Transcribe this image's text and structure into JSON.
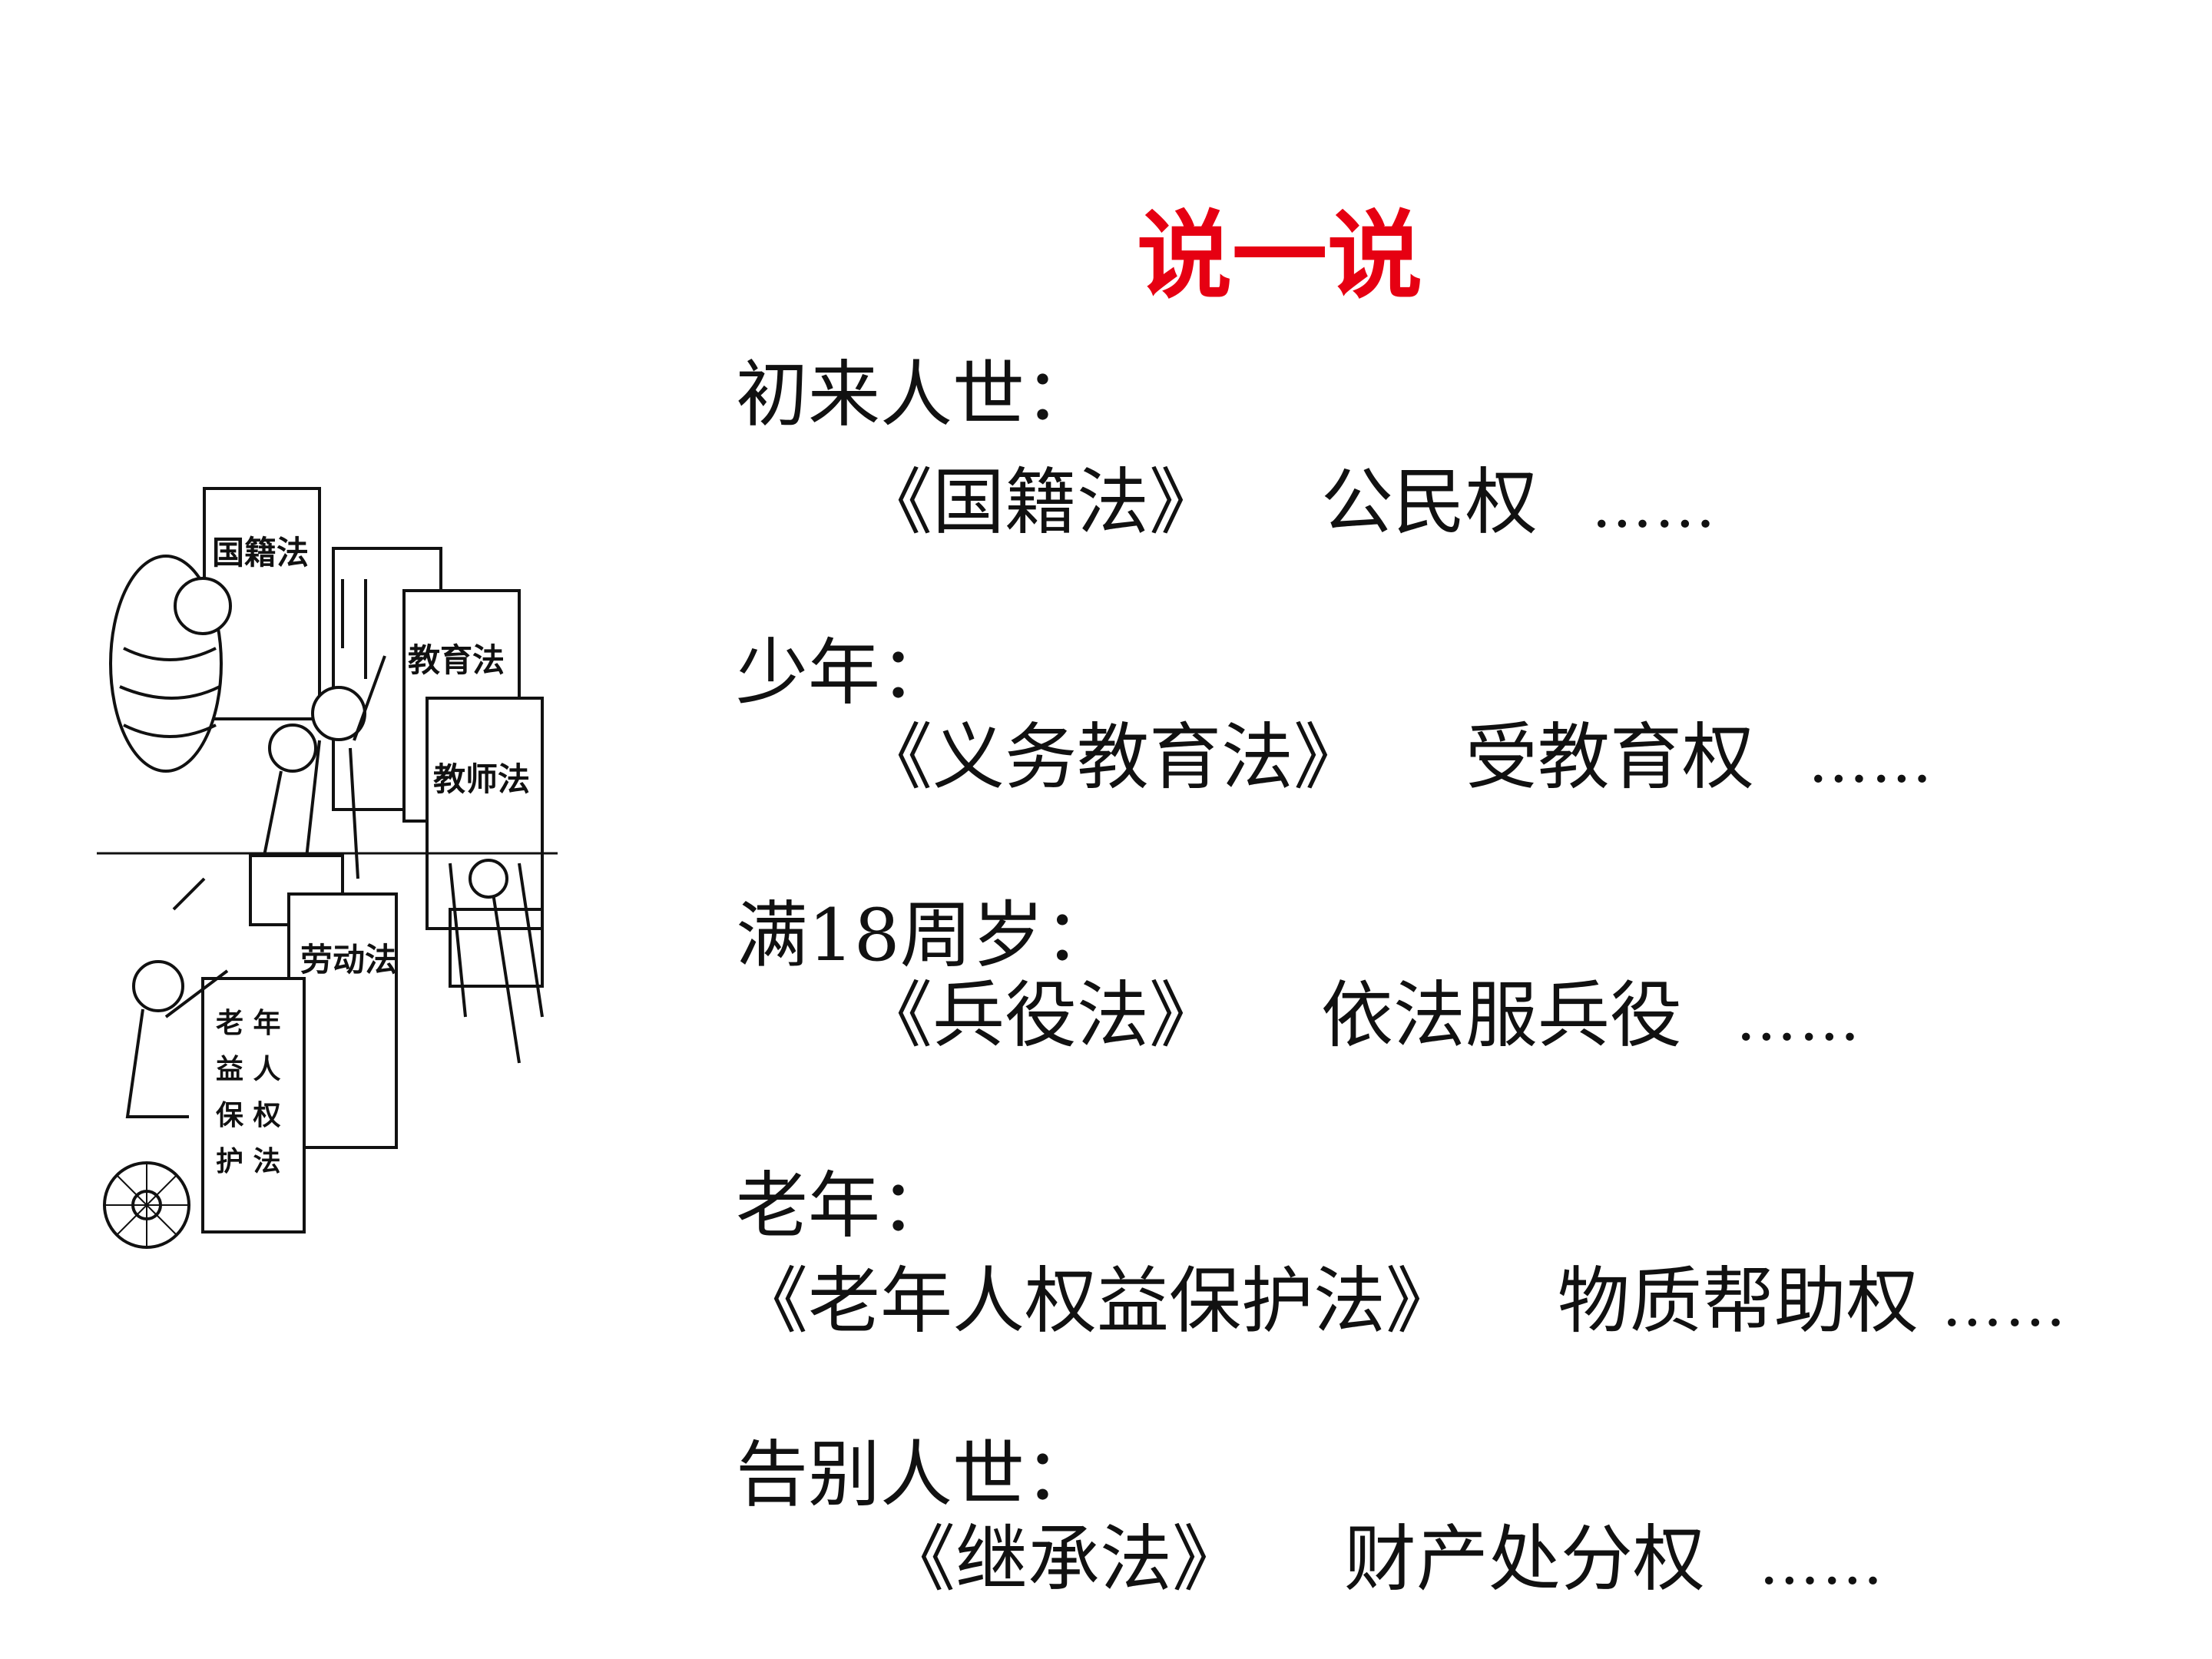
{
  "title": "说一说",
  "colors": {
    "title": "#e60012",
    "text": "#111111",
    "background": "#ffffff"
  },
  "illustration": {
    "icon": "life-stage-laws-cartoon",
    "signs": [
      "国籍法",
      "教育法",
      "教师法",
      "劳动法",
      "老年人权益保护法"
    ]
  },
  "stages": [
    {
      "stage": "初来人世：",
      "law": "《国籍法》",
      "right": "公民权",
      "more": "……"
    },
    {
      "stage": "少年：",
      "law": "《义务教育法》",
      "right": "受教育权",
      "more": "……"
    },
    {
      "stage": "满18周岁：",
      "law": "《兵役法》",
      "right": "依法服兵役",
      "more": "……"
    },
    {
      "stage": "老年：",
      "law": "《老年人权益保护法》",
      "right": "物质帮助权",
      "more": "……"
    },
    {
      "stage": "告别人世：",
      "law": "《继承法》",
      "right": "财产处分权",
      "more": "……"
    }
  ]
}
